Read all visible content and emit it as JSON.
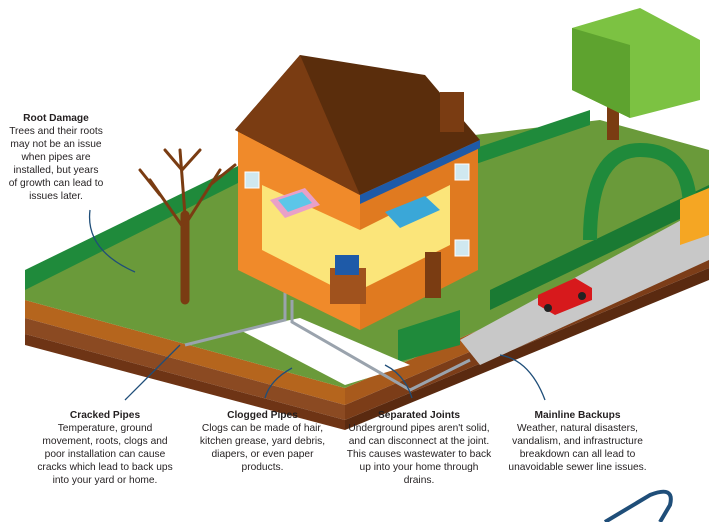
{
  "captions": {
    "root_damage": {
      "title": "Root Damage",
      "lines": [
        "Trees and their roots",
        "may not be an issue",
        "when pipes are",
        "installed, but years",
        "of growth can lead to",
        "issues later."
      ]
    },
    "cracked_pipes": {
      "title": "Cracked Pipes",
      "lines": [
        "Temperature, ground",
        "movement, roots, clogs and",
        "poor installation can cause",
        "cracks which lead to back ups",
        "into your yard or home."
      ]
    },
    "clogged_pipes": {
      "title": "Clogged Pipes",
      "lines": [
        "Clogs can be made of hair,",
        "kitchen grease, yard debris,",
        "diapers, or even paper",
        "products."
      ]
    },
    "separated_joints": {
      "title": "Separated Joints",
      "lines": [
        "Underground pipes aren't solid,",
        "and can disconnect at the joint.",
        "This causes wastewater to back",
        "up into your home through",
        "drains."
      ]
    },
    "mainline_backups": {
      "title": "Mainline Backups",
      "lines": [
        "Weather, natural disasters,",
        "vandalism, and infrastructure",
        "breakdown can all lead to",
        "unavoidable sewer line issues."
      ]
    }
  },
  "colors": {
    "grass": "#6a9a3a",
    "hedge": "#1f8a3b",
    "soil": "#8b4a22",
    "roof": "#5a2d0c",
    "wall": "#f08a2a",
    "road": "#c8c8c8",
    "arrow": "#1f4e79"
  }
}
